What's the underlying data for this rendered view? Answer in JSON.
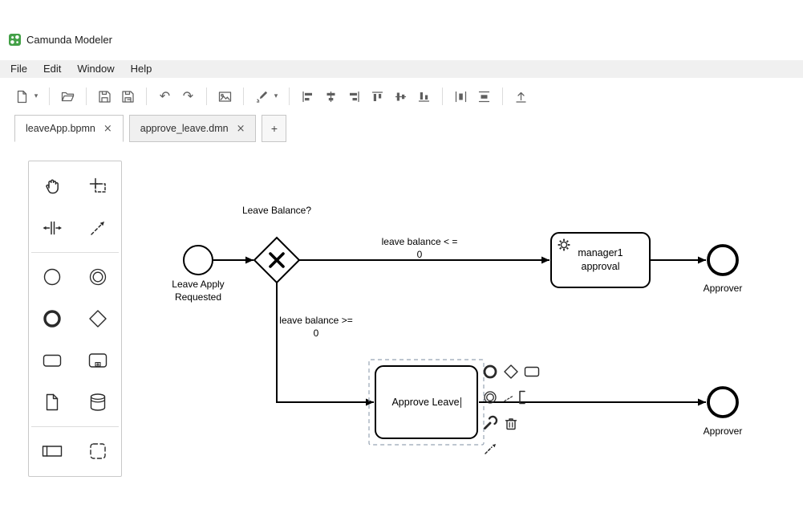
{
  "colors": {
    "logo_green": "#43a047",
    "selection_stroke": "#98a5b5",
    "toolbar_icon": "#5f5f5f",
    "diagram_stroke": "#000000"
  },
  "window": {
    "title": "Camunda Modeler"
  },
  "menu_bar": {
    "items": [
      {
        "label": "File"
      },
      {
        "label": "Edit"
      },
      {
        "label": "Window"
      },
      {
        "label": "Help"
      }
    ]
  },
  "icons": {
    "dropdown_caret": "▾",
    "undo": "↶",
    "redo": "↷",
    "tab_close": "×"
  },
  "tab_bar": {
    "tabs": [
      {
        "label": "leaveApp.bpmn",
        "state": "active"
      },
      {
        "label": "approve_leave.dmn",
        "state": "inactive"
      }
    ],
    "new_tab_label": "+"
  },
  "diagram": {
    "start_event": {
      "label_line1": "Leave Apply",
      "label_line2": "Requested"
    },
    "gateway": {
      "label": "Leave Balance?"
    },
    "flow_manager": {
      "label_line1": "leave balance < =",
      "label_line2": "0"
    },
    "flow_approve": {
      "label_line1": "leave balance >=",
      "label_line2": "0"
    },
    "service_task": {
      "label_line1": "manager1",
      "label_line2": "approval"
    },
    "user_task": {
      "label": "Approve Leave"
    },
    "end_event_top": {
      "label": "Approver"
    },
    "end_event_bottom": {
      "label": "Approver"
    }
  }
}
